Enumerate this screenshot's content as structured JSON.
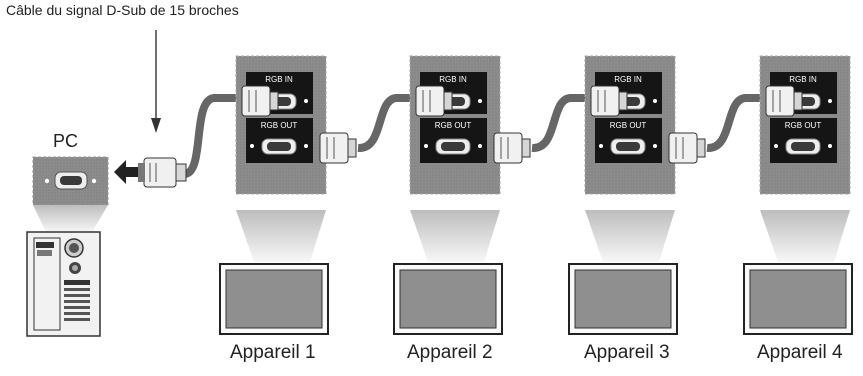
{
  "caption": "Câble du signal D-Sub de 15 broches",
  "pc_label": "PC",
  "port_in_label": "RGB IN",
  "port_out_label": "RGB OUT",
  "devices": [
    {
      "label": "Appareil 1"
    },
    {
      "label": "Appareil 2"
    },
    {
      "label": "Appareil 3"
    },
    {
      "label": "Appareil 4"
    }
  ],
  "colors": {
    "panel": "#8c8c8c",
    "port_box": "#151515",
    "cable": "#666666",
    "screen": "#8f8f8f",
    "tower": "#f2f2f2"
  }
}
